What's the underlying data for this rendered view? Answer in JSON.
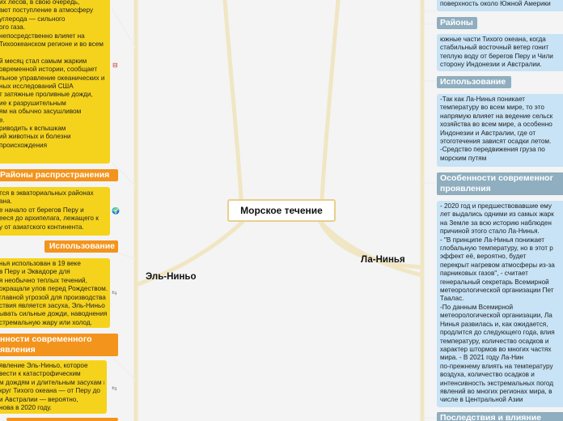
{
  "central_topic": "Морское течение",
  "left_branch": {
    "label": "Эль-Ниньо",
    "top_text": [
      "их лесов, в свою очередь,",
      "ают поступление в атмосферу",
      "углерода — сильного",
      "ого газа.",
      "непосредственно влияет на",
      "Тихоокеанском регионе и во всем",
      "",
      "й месяц стал самым жарким",
      "овременной истории, сообщает",
      "льное управление океанических и",
      "ных исследований США",
      "т затяжные проливные дожди,",
      "ие к разрушительным",
      "ям на обычно засушливом",
      "е.",
      "риводить к вспышкам",
      "ий животных и болезни",
      "происхождения"
    ],
    "regions_header": "Районы распространения",
    "regions_text": [
      "тся в экваториальных районах",
      "ана.",
      "е начало от берегов Перу и",
      "ееся до архипелага, лежащего к",
      "у от азиатского континента."
    ],
    "usage_header": "Использование",
    "usage_text": [
      "нья использован в 19 веке",
      "в Перу и Эквадоре для",
      "я необычно теплых течений,",
      "окращали улов перед Рождеством.",
      "главной угрозой для производства",
      "ствия является засуха, Эль-Ниньо",
      "ывать сильные дожди, наводнения,",
      "стремальную жару или холод."
    ],
    "modern_header_line1": "нности современного",
    "modern_header_line2": "явления",
    "modern_text": [
      "явление Эль-Ниньо, которое",
      "вести к катастрофическим",
      "м дождям и длительным засухам в",
      "круг Тихого океана — от Перу до",
      "и Австралии — вероятно,",
      "нова в 2020 году."
    ]
  },
  "right_branch": {
    "label": "Ла-Нинья",
    "top_text": [
      "поверхность около Южной Америки"
    ],
    "regions_header": "Районы",
    "regions_text": [
      "южные части Тихого океана, когда",
      "стабильный восточный ветер гонит",
      "теплую воду от берегов Перу и Чили",
      "сторону Индонезии и Австралии."
    ],
    "usage_header": "Использование",
    "usage_text": [
      "-Так как Ла-Нинья поникает",
      "температуру во всем мире, то это",
      "напрямую влияет на ведение сельск",
      "хозяйства во всем мире, а особенно",
      "Индонезии и Австралии, где от",
      "этоготечения зависят осадки летом.",
      "-Средство передвижения груза по",
      "морским путям"
    ],
    "modern_header_line1": "Особенности современног",
    "modern_header_line2": "проявления",
    "modern_text": [
      "- 2020 год и предшествовавшие ему",
      "лет выдались одними из самых жарк",
      "на Земле за всю историю наблюден",
      "причиной этого стало Ла-Нинья.",
      "- \"В принципе Ла-Нинья понижает",
      "глобальную температуру, но в этот р",
      "эффект её, вероятно, будет",
      "перекрыт нагревом атмосферы из-за",
      "парниковых газов\", - считает",
      "генеральный секретарь Всемирной",
      "метеорологической организации Пет",
      "Таалас.",
      "-По данным Всемирной",
      "метеорологической организации, Ла",
      "Нинья развилась и, как ожидается,",
      "продлится до следующего года, влия",
      "температуру, количество осадков и",
      "характер штормов во многих частях",
      "мира.                - В 2021 году Ла-Нин",
      "по-прежнему влиять на температуру",
      "воздуха, количество осадков и",
      "интенсивность экстремальных погод",
      "явлений во многих регионах мира, в",
      "числе в Центральной Азии"
    ],
    "consequences_header": "Последствия и влияние"
  },
  "icons": {
    "minus": "⊟",
    "globe": "🌍",
    "link": "⇆"
  }
}
